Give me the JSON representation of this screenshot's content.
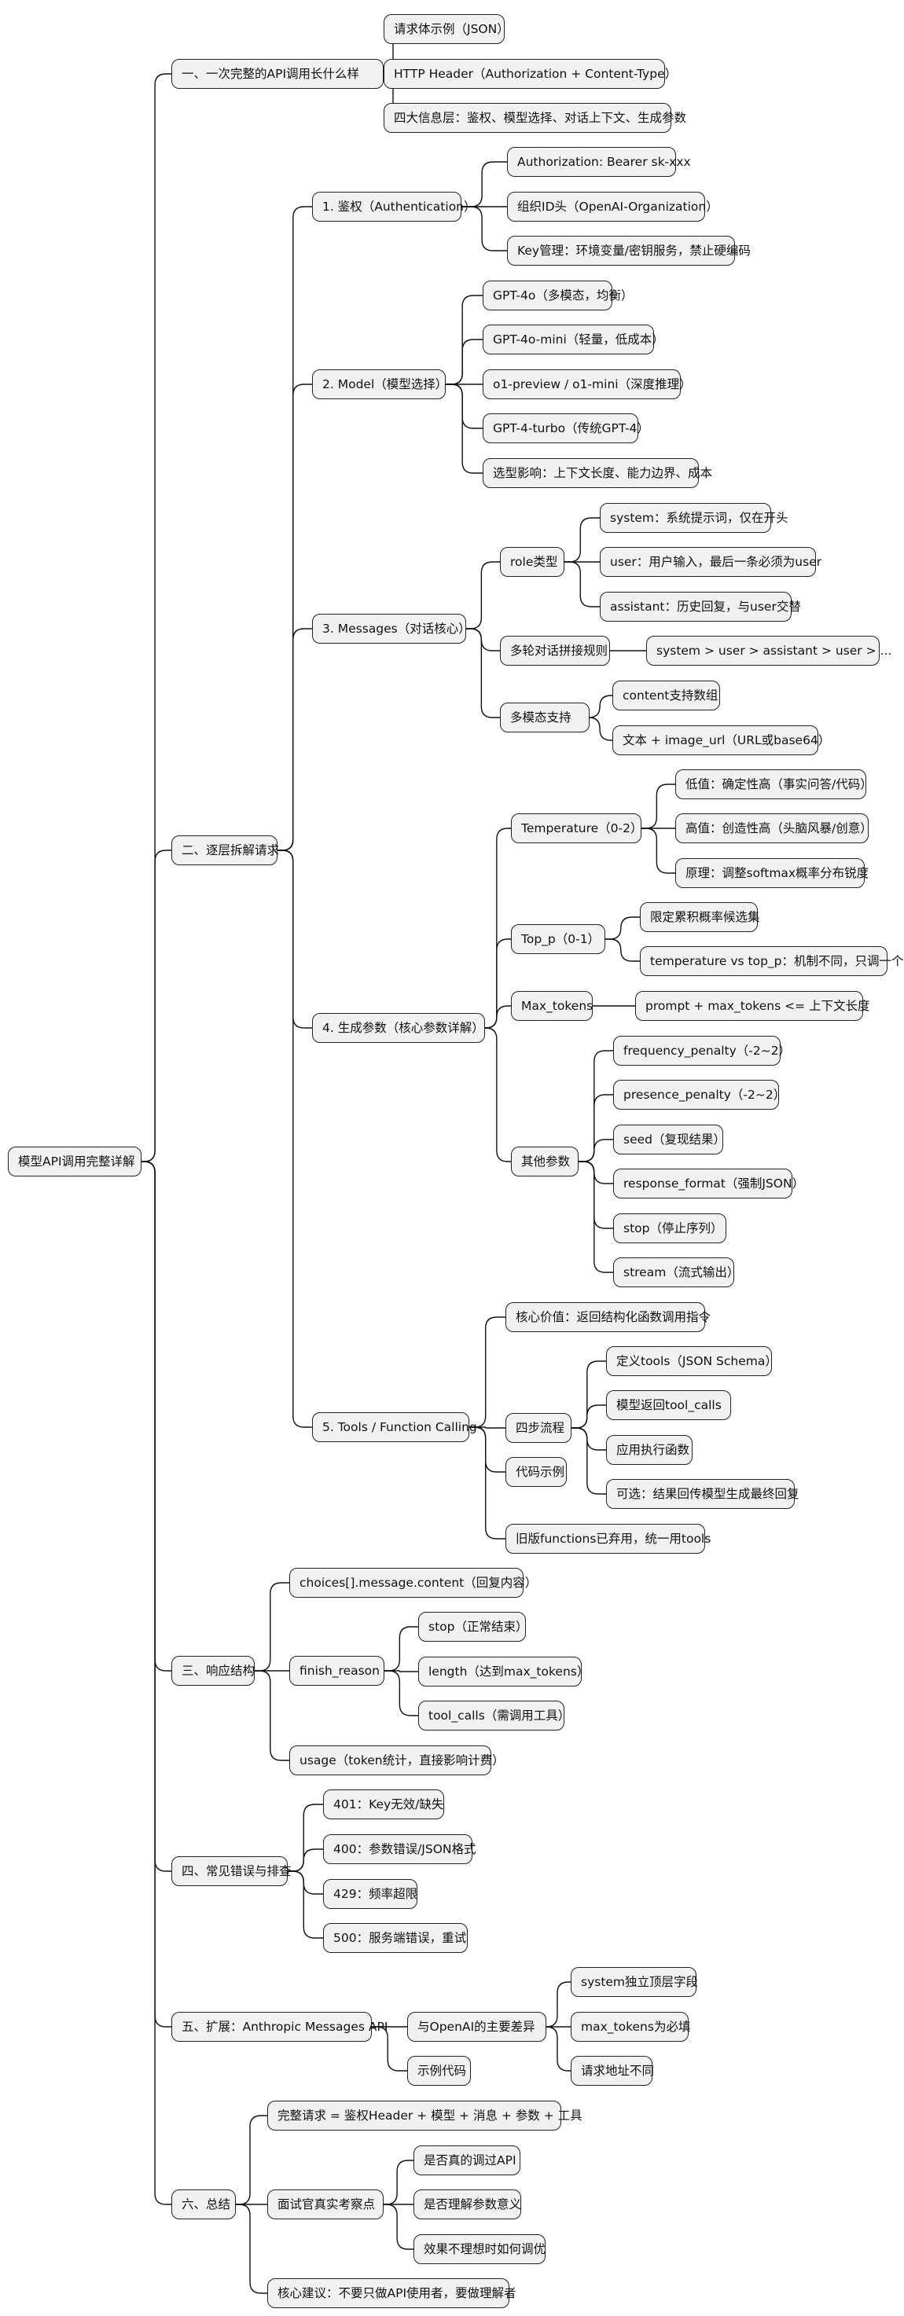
{
  "root": {
    "id": "root",
    "label": "模型API调用完整详解",
    "children": [
      {
        "id": "s1",
        "label": "一、一次完整的API调用长什么样",
        "children": [
          {
            "id": "s1a",
            "label": "请求体示例（JSON）"
          },
          {
            "id": "s1b",
            "label": "HTTP Header（Authorization + Content-Type）"
          },
          {
            "id": "s1c",
            "label": "四大信息层：鉴权、模型选择、对话上下文、生成参数"
          }
        ]
      },
      {
        "id": "s2",
        "label": "二、逐层拆解请求",
        "children": [
          {
            "id": "auth",
            "label": "1. 鉴权（Authentication）",
            "children": [
              {
                "id": "auth1",
                "label": "Authorization: Bearer sk-xxx"
              },
              {
                "id": "auth2",
                "label": "组织ID头（OpenAI-Organization）"
              },
              {
                "id": "auth3",
                "label": "Key管理：环境变量/密钥服务，禁止硬编码"
              }
            ]
          },
          {
            "id": "model",
            "label": "2. Model（模型选择）",
            "children": [
              {
                "id": "m1",
                "label": "GPT-4o（多模态，均衡）"
              },
              {
                "id": "m2",
                "label": "GPT-4o-mini（轻量，低成本）"
              },
              {
                "id": "m3",
                "label": "o1-preview / o1-mini（深度推理）"
              },
              {
                "id": "m4",
                "label": "GPT-4-turbo（传统GPT-4）"
              },
              {
                "id": "m5",
                "label": "选型影响：上下文长度、能力边界、成本"
              }
            ]
          },
          {
            "id": "msg",
            "label": "3. Messages（对话核心）",
            "children": [
              {
                "id": "role",
                "label": "role类型",
                "children": [
                  {
                    "id": "r1",
                    "label": "system：系统提示词，仅在开头"
                  },
                  {
                    "id": "r2",
                    "label": "user：用户输入，最后一条必须为user"
                  },
                  {
                    "id": "r3",
                    "label": "assistant：历史回复，与user交替"
                  }
                ]
              },
              {
                "id": "multi",
                "label": "多轮对话拼接规则",
                "children": [
                  {
                    "id": "mu1",
                    "label": "system > user > assistant > user > ..."
                  }
                ]
              },
              {
                "id": "mm",
                "label": "多模态支持",
                "children": [
                  {
                    "id": "mm1",
                    "label": "content支持数组"
                  },
                  {
                    "id": "mm2",
                    "label": "文本 + image_url（URL或base64）"
                  }
                ]
              }
            ]
          },
          {
            "id": "gen",
            "label": "4. 生成参数（核心参数详解）",
            "children": [
              {
                "id": "temp",
                "label": "Temperature（0-2）",
                "children": [
                  {
                    "id": "t1",
                    "label": "低值：确定性高（事实问答/代码）"
                  },
                  {
                    "id": "t2",
                    "label": "高值：创造性高（头脑风暴/创意）"
                  },
                  {
                    "id": "t3",
                    "label": "原理：调整softmax概率分布锐度"
                  }
                ]
              },
              {
                "id": "topp",
                "label": "Top_p（0-1）",
                "children": [
                  {
                    "id": "p1",
                    "label": "限定累积概率候选集"
                  },
                  {
                    "id": "p2",
                    "label": "temperature vs top_p：机制不同，只调一个"
                  }
                ]
              },
              {
                "id": "maxt",
                "label": "Max_tokens",
                "children": [
                  {
                    "id": "x1",
                    "label": "prompt + max_tokens <= 上下文长度"
                  }
                ]
              },
              {
                "id": "other",
                "label": "其他参数",
                "children": [
                  {
                    "id": "o1",
                    "label": "frequency_penalty（-2~2）"
                  },
                  {
                    "id": "o2",
                    "label": "presence_penalty（-2~2）"
                  },
                  {
                    "id": "o3",
                    "label": "seed（复现结果）"
                  },
                  {
                    "id": "o4",
                    "label": "response_format（强制JSON）"
                  },
                  {
                    "id": "o5",
                    "label": "stop（停止序列）"
                  },
                  {
                    "id": "o6",
                    "label": "stream（流式输出）"
                  }
                ]
              }
            ]
          },
          {
            "id": "tools",
            "label": "5. Tools / Function Calling",
            "children": [
              {
                "id": "tc1",
                "label": "核心价值：返回结构化函数调用指令"
              },
              {
                "id": "tc2",
                "label": "四步流程",
                "children": [
                  {
                    "id": "f1",
                    "label": "定义tools（JSON Schema）"
                  },
                  {
                    "id": "f2",
                    "label": "模型返回tool_calls"
                  },
                  {
                    "id": "f3",
                    "label": "应用执行函数"
                  },
                  {
                    "id": "f4",
                    "label": "可选：结果回传模型生成最终回复"
                  }
                ]
              },
              {
                "id": "tc3",
                "label": "代码示例"
              },
              {
                "id": "tc4",
                "label": "旧版functions已弃用，统一用tools"
              }
            ]
          }
        ]
      },
      {
        "id": "s3",
        "label": "三、响应结构",
        "children": [
          {
            "id": "rs1",
            "label": "choices[].message.content（回复内容）"
          },
          {
            "id": "rs2",
            "label": "finish_reason",
            "children": [
              {
                "id": "fr1",
                "label": "stop（正常结束）"
              },
              {
                "id": "fr2",
                "label": "length（达到max_tokens）"
              },
              {
                "id": "fr3",
                "label": "tool_calls（需调用工具）"
              }
            ]
          },
          {
            "id": "rs3",
            "label": "usage（token统计，直接影响计费）"
          }
        ]
      },
      {
        "id": "s4",
        "label": "四、常见错误与排查",
        "children": [
          {
            "id": "e1",
            "label": "401：Key无效/缺失"
          },
          {
            "id": "e2",
            "label": "400：参数错误/JSON格式"
          },
          {
            "id": "e3",
            "label": "429：频率超限"
          },
          {
            "id": "e4",
            "label": "500：服务端错误，重试"
          }
        ]
      },
      {
        "id": "s5",
        "label": "五、扩展：Anthropic Messages API",
        "children": [
          {
            "id": "an1",
            "label": "与OpenAI的主要差异",
            "children": [
              {
                "id": "d1",
                "label": "system独立顶层字段"
              },
              {
                "id": "d2",
                "label": "max_tokens为必填"
              },
              {
                "id": "d3",
                "label": "请求地址不同"
              }
            ]
          },
          {
            "id": "an2",
            "label": "示例代码"
          }
        ]
      },
      {
        "id": "s6",
        "label": "六、总结",
        "children": [
          {
            "id": "z1",
            "label": "完整请求 = 鉴权Header + 模型 + 消息 + 参数 + 工具"
          },
          {
            "id": "z2",
            "label": "面试官真实考察点",
            "children": [
              {
                "id": "q1",
                "label": "是否真的调过API"
              },
              {
                "id": "q2",
                "label": "是否理解参数意义"
              },
              {
                "id": "q3",
                "label": "效果不理想时如何调优"
              }
            ]
          },
          {
            "id": "z3",
            "label": "核心建议：不要只做API使用者，要做理解者"
          }
        ]
      }
    ]
  }
}
